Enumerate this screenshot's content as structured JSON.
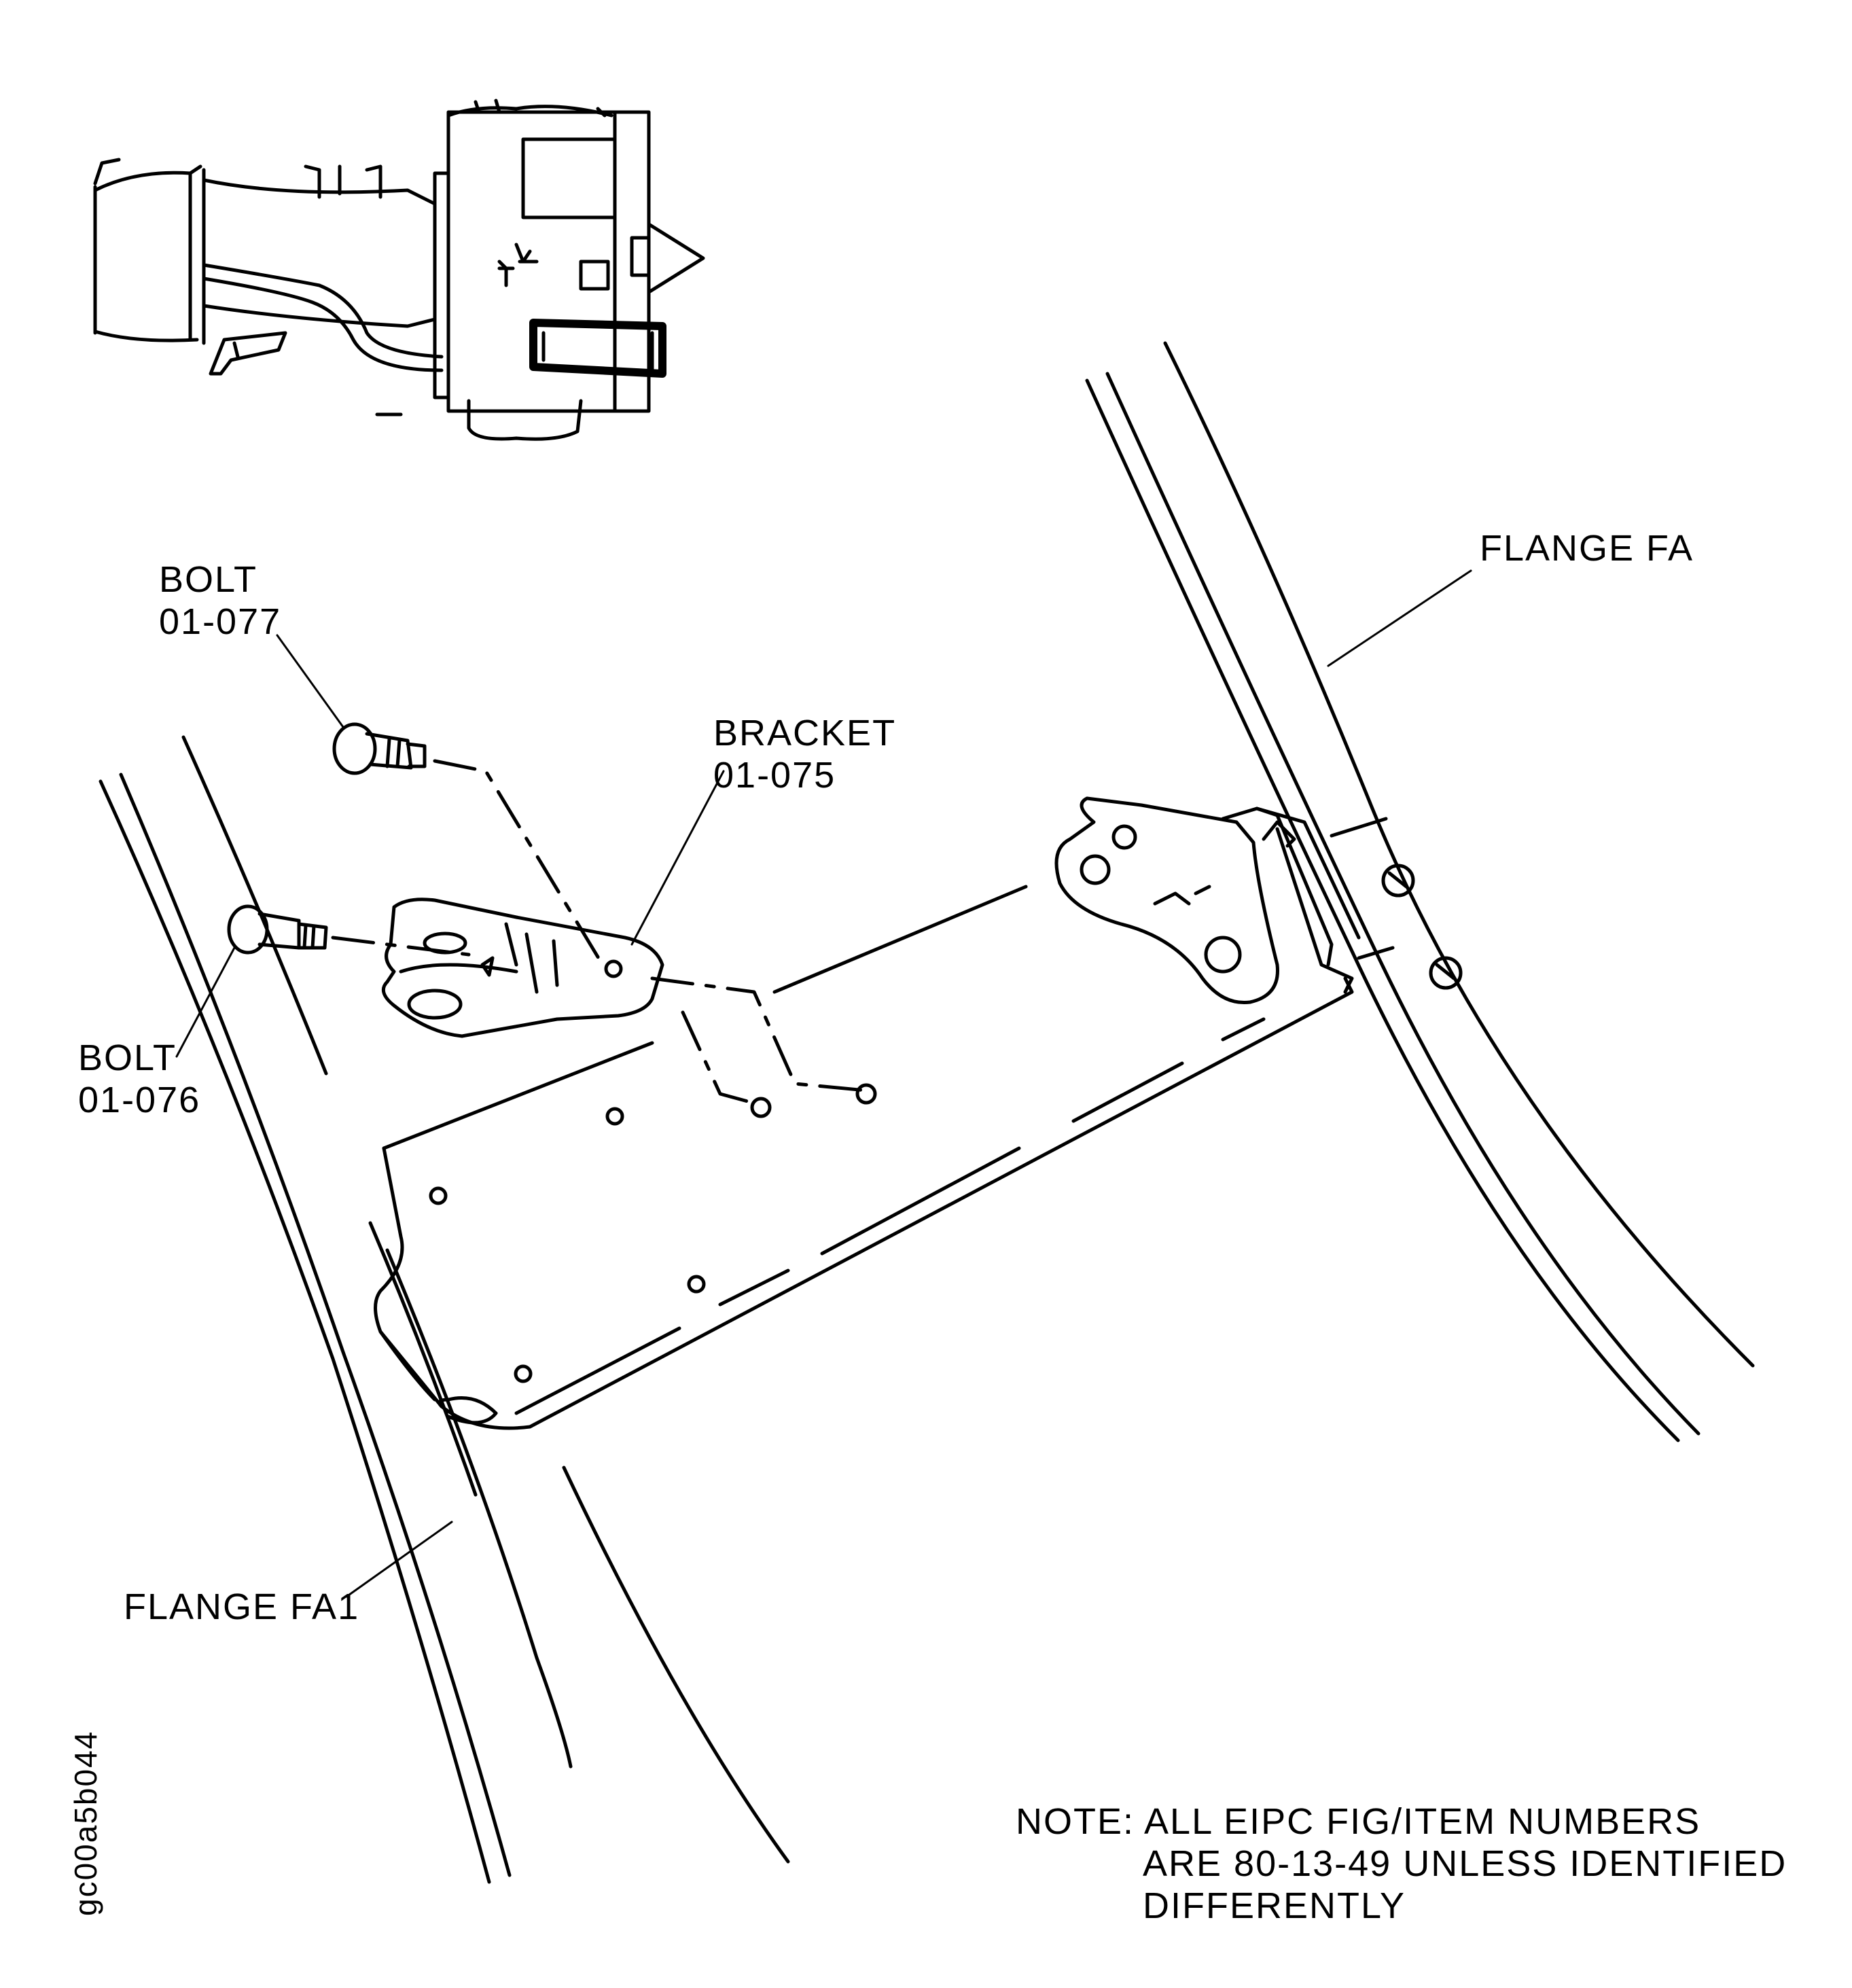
{
  "labels": {
    "bolt_077": {
      "name": "BOLT",
      "number": "01-077"
    },
    "bolt_076": {
      "name": "BOLT",
      "number": "01-076"
    },
    "bracket": {
      "name": "BRACKET",
      "number": "01-075"
    },
    "flange_fa": "FLANGE FA",
    "flange_fa1": "FLANGE FA1"
  },
  "note": {
    "line1": "NOTE: ALL EIPC FIG/ITEM NUMBERS",
    "line2": "ARE 80-13-49 UNLESS IDENTIFIED",
    "line3": "DIFFERENTLY"
  },
  "figure_id": "gc00a5b044",
  "colors": {
    "ink": "#000000",
    "paper": "#ffffff"
  }
}
